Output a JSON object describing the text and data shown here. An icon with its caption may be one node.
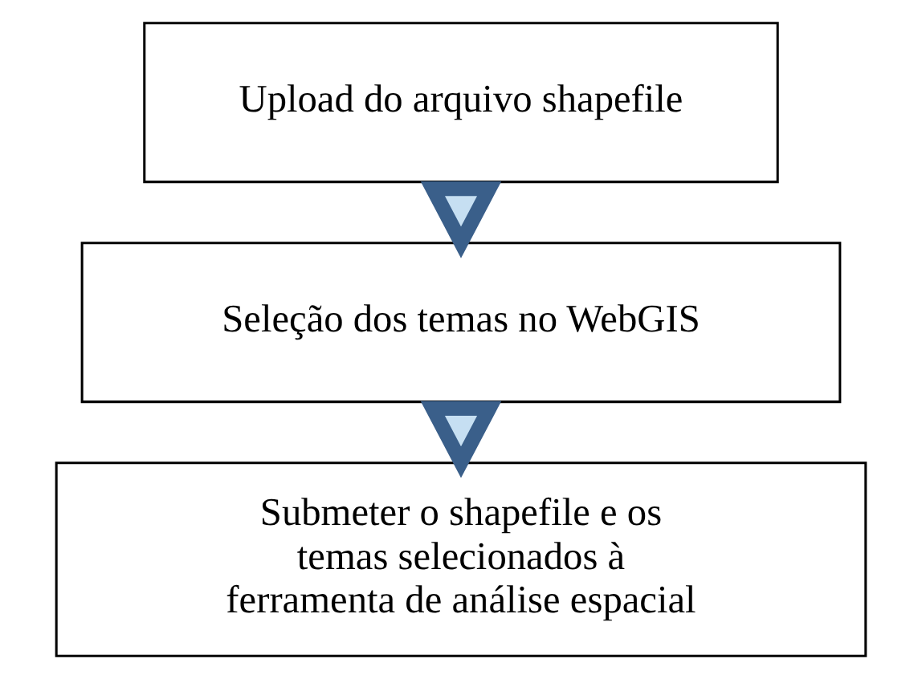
{
  "diagram": {
    "nodes": [
      {
        "text": [
          "Upload do arquivo shapefile"
        ]
      },
      {
        "text": [
          "Seleção dos temas no WebGIS"
        ]
      },
      {
        "text": [
          "Submeter o shapefile e os temas selecionados à ferramenta de análise espacial"
        ]
      }
    ],
    "edges": [
      {
        "from": 0,
        "to": 1,
        "arrow": "to"
      },
      {
        "from": 1,
        "to": 2,
        "arrow": "to"
      }
    ]
  }
}
